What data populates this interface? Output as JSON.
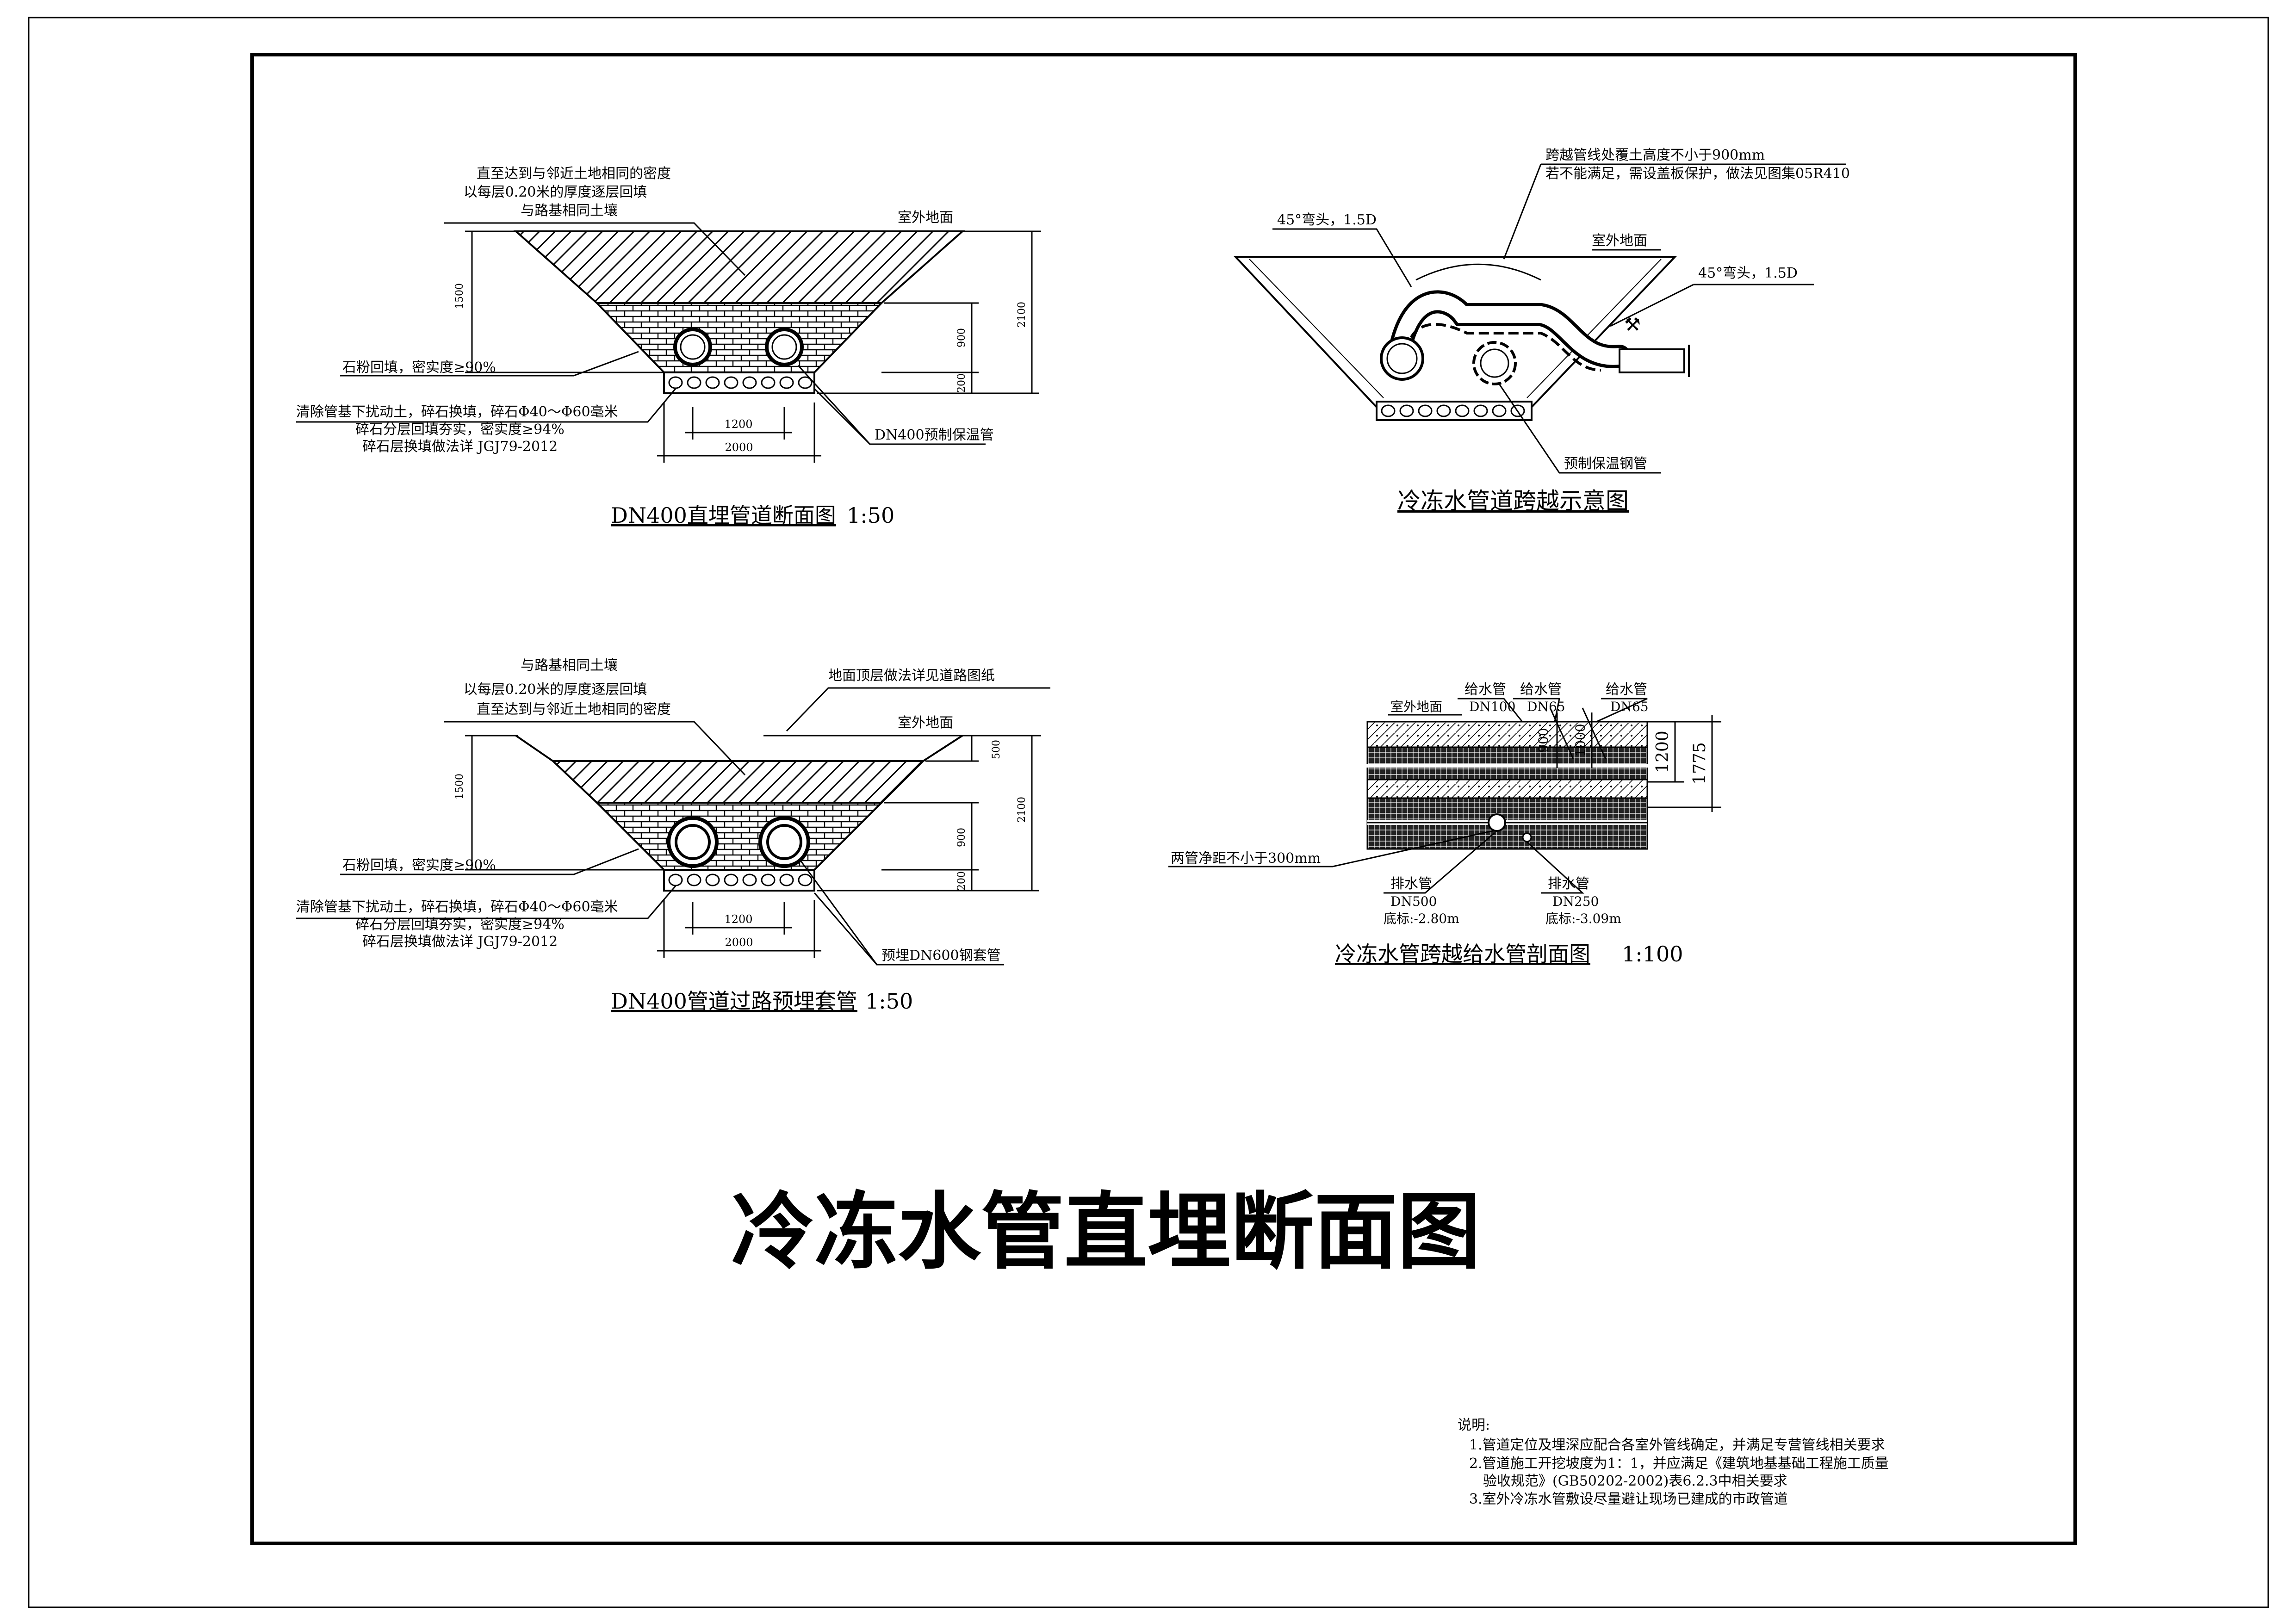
{
  "title": "冷冻水管直埋断面图",
  "d1": {
    "title": "DN400直埋管道断面图",
    "scale": "1:50",
    "note_fill": [
      "与路基相同土壤",
      "以每层0.20米的厚度逐层回填",
      "直至达到与邻近土地相同的密度"
    ],
    "ground": "室外地面",
    "stone_powder": "石粉回填，密实度≥90%",
    "gravel": [
      "清除管基下扰动土，碎石换填，碎石Φ40～Φ60毫米",
      "碎石分层回填夯实，密实度≥94%",
      "碎石层换填做法详 JGJ79-2012"
    ],
    "pipe": "DN400预制保温管",
    "dims": {
      "depth": "1500",
      "total": "2100",
      "pipe_zone": "900",
      "bed": "200",
      "spacing": "1200",
      "bottom": "2000"
    }
  },
  "d2": {
    "title": "DN400管道过路预埋套管",
    "scale": "1:50",
    "note_fill": [
      "与路基相同土壤",
      "以每层0.20米的厚度逐层回填",
      "直至达到与邻近土地相同的密度"
    ],
    "road_top": "地面顶层做法详见道路图纸",
    "ground": "室外地面",
    "stone_powder": "石粉回填，密实度≥90%",
    "gravel": [
      "清除管基下扰动土，碎石换填，碎石Φ40～Φ60毫米",
      "碎石分层回填夯实，密实度≥94%",
      "碎石层换填做法详 JGJ79-2012"
    ],
    "pipe": "预埋DN600钢套管",
    "dims": {
      "depth": "1500",
      "road": "500",
      "total": "2100",
      "pipe_zone": "900",
      "bed": "200",
      "spacing": "1200",
      "bottom": "2000"
    }
  },
  "d3": {
    "title": "冷冻水管道跨越示意图",
    "note": [
      "跨越管线处覆土高度不小于900mm",
      "若不能满足，需设盖板保护，做法见图集05R410"
    ],
    "elbow_left": "45°弯头，1.5D",
    "elbow_right": "45°弯头，1.5D",
    "ground": "室外地面",
    "pipe": "预制保温钢管"
  },
  "d4": {
    "title": "冷冻水管跨越给水管剖面图",
    "scale": "1:100",
    "ground": "室外地面",
    "supply1": [
      "给水管",
      "DN100"
    ],
    "supply2": [
      "给水管",
      "DN65"
    ],
    "supply3": [
      "给水管",
      "DN65"
    ],
    "dims": {
      "a": "900",
      "b": "1000",
      "c": "1200",
      "d": "1775"
    },
    "clearance": "两管净距不小于300mm",
    "drain1": [
      "排水管",
      "DN500",
      "底标:-2.80m"
    ],
    "drain2": [
      "排水管",
      "DN250",
      "底标:-3.09m"
    ]
  },
  "notes": {
    "heading": "说明:",
    "items": [
      "1.管道定位及埋深应配合各室外管线确定，并满足专营管线相关要求",
      "2.管道施工开挖坡度为1：1，并应满足《建筑地基基础工程施工质量",
      "验收规范》(GB50202-2002)表6.2.3中相关要求",
      "3.室外冷冻水管敷设尽量避让现场已建成的市政管道"
    ]
  }
}
